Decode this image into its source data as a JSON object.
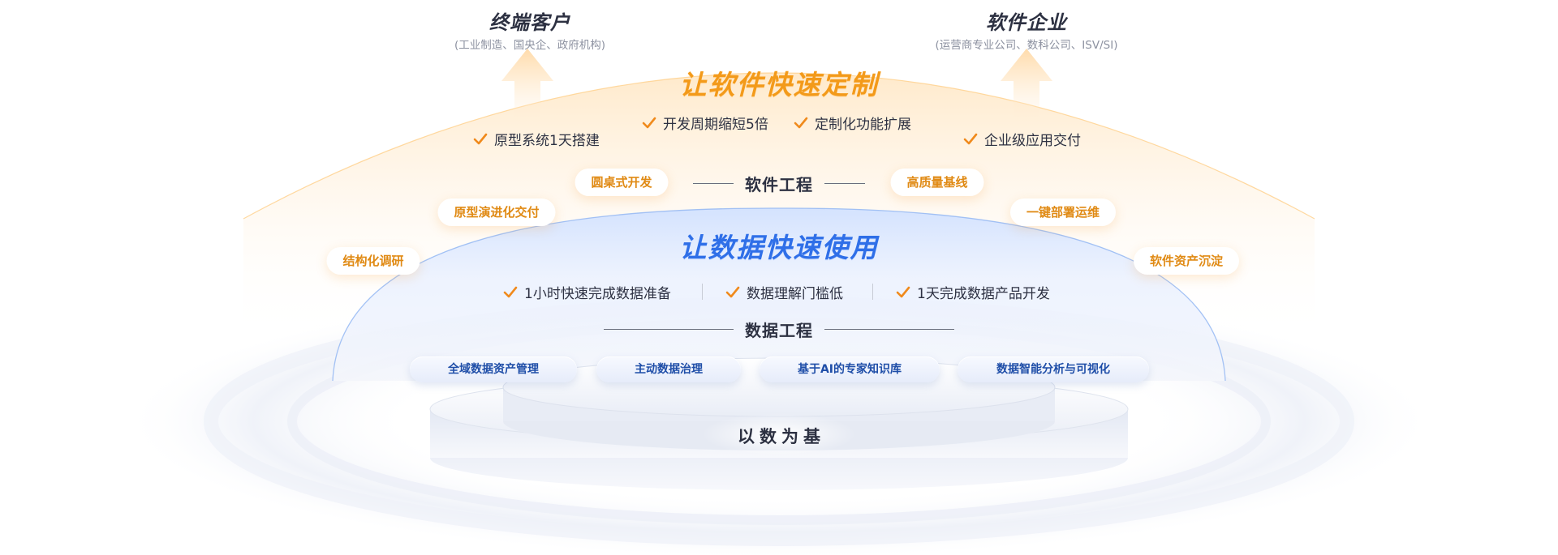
{
  "top": {
    "left": {
      "title": "终端客户",
      "subtitle": "(工业制造、国央企、政府机构)"
    },
    "right": {
      "title": "软件企业",
      "subtitle": "(运营商专业公司、数科公司、ISV/SI)"
    }
  },
  "software": {
    "headline": "让软件快速定制",
    "checks": [
      "原型系统1天搭建",
      "开发周期缩短5倍",
      "定制化功能扩展",
      "企业级应用交付"
    ],
    "section": "软件工程",
    "pills": [
      "结构化调研",
      "原型演进化交付",
      "圆桌式开发",
      "高质量基线",
      "一键部署运维",
      "软件资产沉淀"
    ]
  },
  "data": {
    "headline": "让数据快速使用",
    "checks": [
      "1小时快速完成数据准备",
      "数据理解门槛低",
      "1天完成数据产品开发"
    ],
    "section": "数据工程",
    "pills": [
      "全域数据资产管理",
      "主动数据治理",
      "基于AI的专家知识库",
      "数据智能分析与可视化"
    ]
  },
  "base": {
    "label": "以数为基"
  },
  "colors": {
    "orange": "#f39a1a",
    "blue": "#2f6fe8",
    "check": "#f08a1c",
    "pill_text": "#e08a14",
    "blue_pill_text": "#1f4ea8"
  },
  "icons": {
    "check": "check-icon",
    "arrow": "up-arrow-icon"
  }
}
